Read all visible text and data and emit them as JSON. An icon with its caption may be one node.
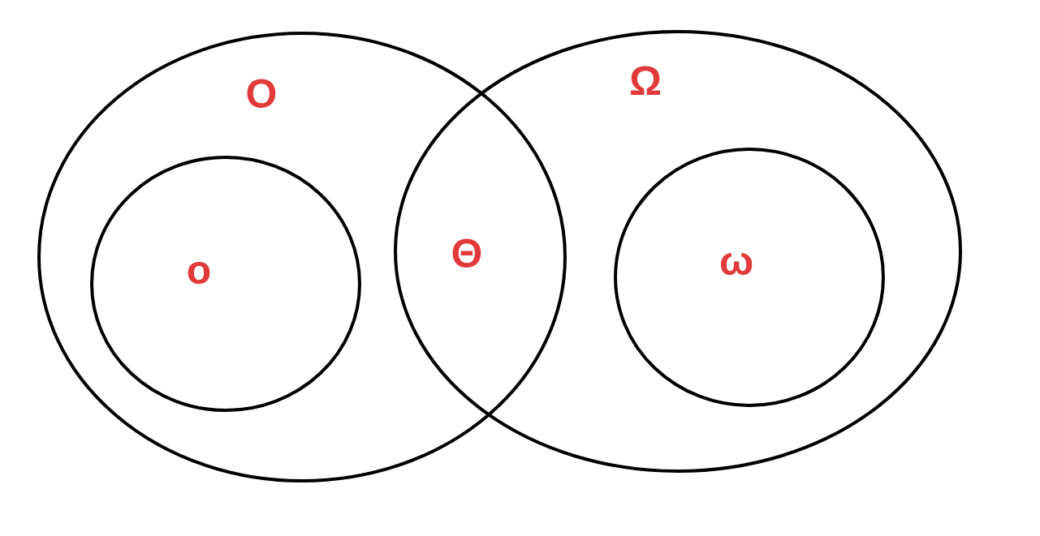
{
  "diagram": {
    "nodes": [
      {
        "text": [
          "Ο"
        ]
      },
      {
        "text": [
          "ο"
        ],
        "in": 0
      },
      {
        "text": [
          "Ω"
        ]
      },
      {
        "text": [
          "ω"
        ],
        "in": 2
      }
    ],
    "edges": [],
    "labels": [
      "Θ"
    ]
  }
}
